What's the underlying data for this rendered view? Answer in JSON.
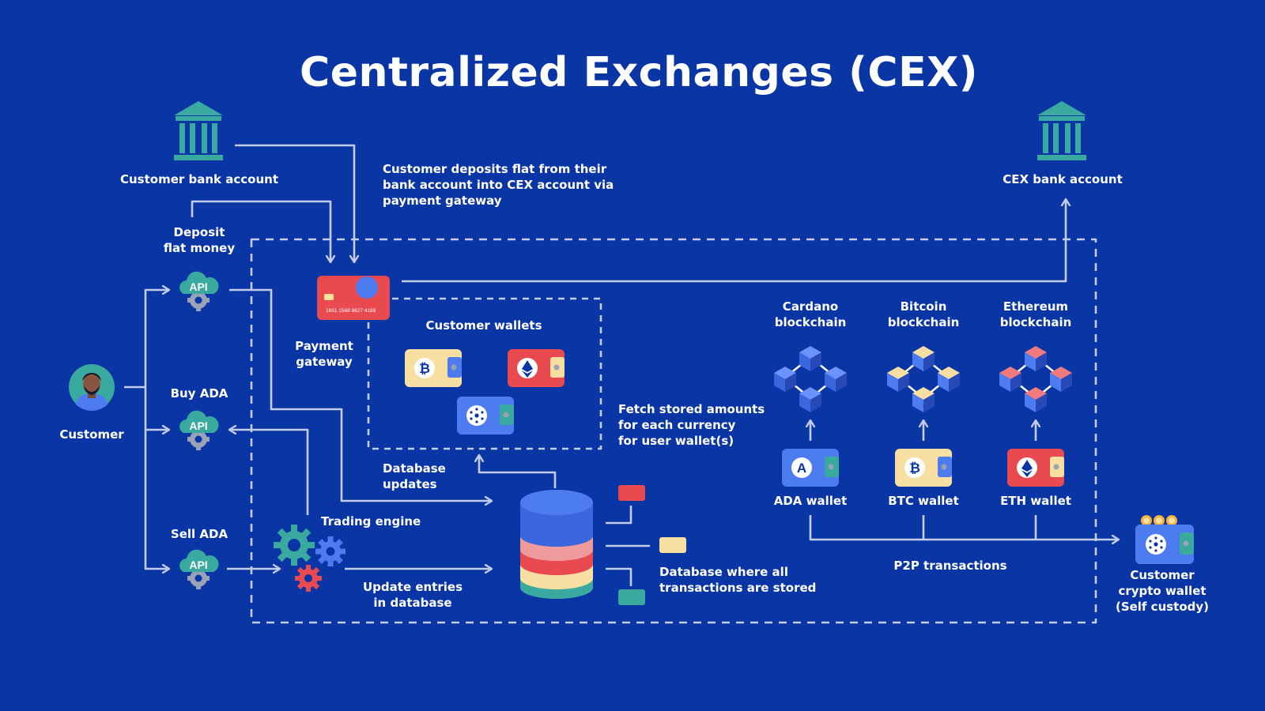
{
  "title": "Centralized Exchanges (CEX)",
  "labels": {
    "customer_bank": "Customer bank account",
    "cex_bank": "CEX bank account",
    "deposit_note": [
      "Customer deposits flat from their",
      "bank account into CEX account via",
      "payment gateway"
    ],
    "deposit_flat": [
      "Deposit",
      "flat money"
    ],
    "customer": "Customer",
    "buy_ada": "Buy ADA",
    "sell_ada": "Sell ADA",
    "api": "API",
    "payment_gateway": [
      "Payment",
      "gateway"
    ],
    "card_number": "1651 1568 8627 4189",
    "customer_wallets": "Customer wallets",
    "fetch_note": [
      "Fetch stored amounts",
      "for each currency",
      "for user wallet(s)"
    ],
    "database_updates": [
      "Database",
      "updates"
    ],
    "trading_engine": "Trading engine",
    "update_entries": [
      "Update entries",
      "in database"
    ],
    "database_note": [
      "Database where all",
      "transactions are stored"
    ],
    "cardano": [
      "Cardano",
      "blockchain"
    ],
    "bitcoin": [
      "Bitcoin",
      "blockchain"
    ],
    "ethereum": [
      "Ethereum",
      "blockchain"
    ],
    "ada_wallet": "ADA wallet",
    "btc_wallet": "BTC wallet",
    "eth_wallet": "ETH wallet",
    "p2p": "P2P transactions",
    "self_custody": [
      "Customer",
      "crypto wallet",
      "(Self custody)"
    ]
  },
  "icons": {
    "bank": "bank-icon",
    "api_cloud": "api-cloud-gear-icon",
    "card": "credit-card-icon",
    "wallet": "wallet-icon",
    "blockchain": "blockchain-cubes-icon",
    "database": "database-stack-icon",
    "gears": "gears-icon",
    "avatar": "customer-avatar-icon"
  },
  "colors": {
    "background": "#0a35a5",
    "line": "#c4cde6",
    "teal": "#3aa99f",
    "red": "#e84a4f",
    "yellow": "#f6dfa0",
    "blue": "#4d7bf0"
  }
}
